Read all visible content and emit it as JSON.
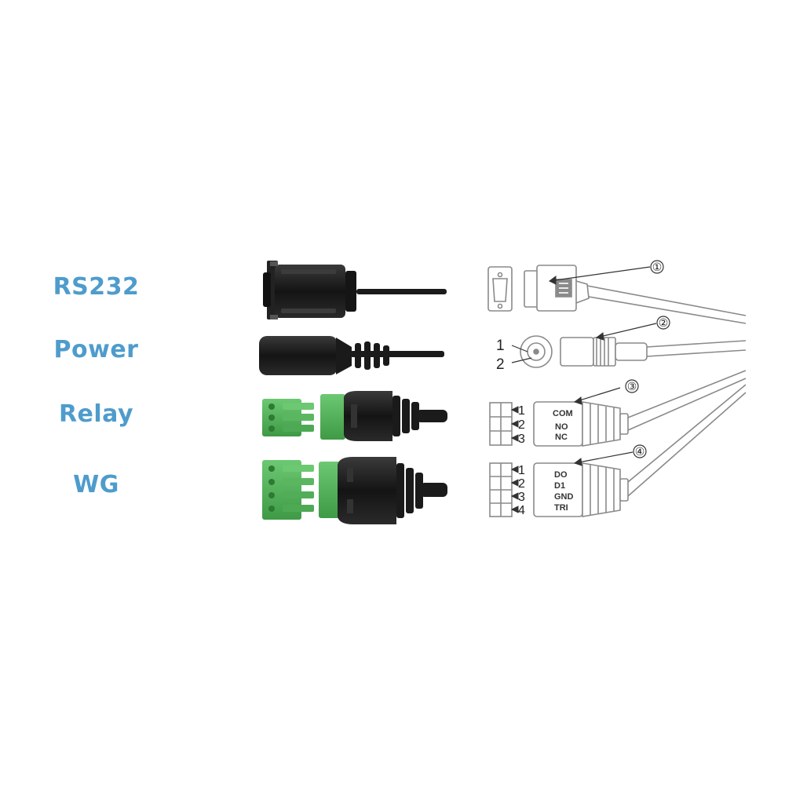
{
  "colors": {
    "label": "#4e9ccc",
    "cable": "#1b1b1b",
    "terminal_green": "#54b45a",
    "outline": "#8a8a8a"
  },
  "labels": [
    "RS232",
    "Power",
    "Relay",
    "WG"
  ],
  "callouts": [
    "①",
    "②",
    "③",
    "④"
  ],
  "power_pins": [
    "1",
    "2"
  ],
  "relay": {
    "pins": [
      "1",
      "2",
      "3"
    ],
    "signals": [
      "COM",
      "NO",
      "NC"
    ]
  },
  "wg": {
    "pins": [
      "1",
      "2",
      "3",
      "4"
    ],
    "signals": [
      "DO",
      "D1",
      "GND",
      "TRI"
    ]
  }
}
